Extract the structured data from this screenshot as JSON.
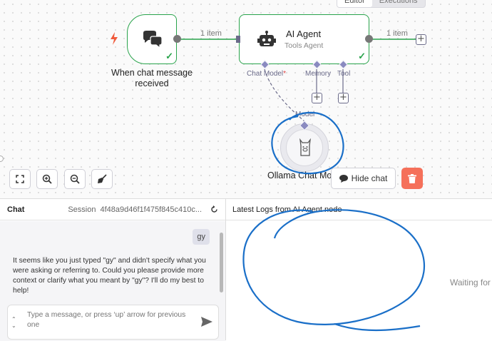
{
  "tabs": {
    "editor": "Editor",
    "executions": "Executions"
  },
  "trigger_node": {
    "title_line1": "When chat message",
    "title_line2": "received",
    "icon": "chat-bubbles-icon"
  },
  "agent_node": {
    "title": "AI Agent",
    "subtitle": "Tools Agent",
    "icon": "robot-icon"
  },
  "connections": {
    "trigger_to_agent": "1 item",
    "agent_output": "1 item"
  },
  "ports": {
    "chat_model": "Chat Model",
    "required_mark": "*",
    "memory": "Memory",
    "tool": "Tool",
    "model": "Model"
  },
  "ollama_node": {
    "title": "Ollama Chat Mod",
    "icon": "llama-icon"
  },
  "canvas_controls": {
    "fit": "fit-view-icon",
    "zoom_in": "zoom-in-icon",
    "zoom_out": "zoom-out-icon",
    "reset": "broom-icon"
  },
  "hide_chat_button": "Hide chat",
  "chat": {
    "title": "Chat",
    "session_label": "Session",
    "session_id": "4f48a9d46f1f475f845c410c...",
    "user_message": "gy",
    "bot_message": "It seems like you just typed \"gy\" and didn't specify what you were asking or referring to. Could you please provide more context or clarify what you meant by \"gy\"? I'll do my best to help!",
    "input_placeholder": "Type a message, or press ‘up’ arrow for previous one"
  },
  "logs": {
    "title": "Latest Logs from AI Agent node",
    "waiting": "Waiting for"
  },
  "colors": {
    "success": "#29a34b",
    "connector": "#6b6b8a",
    "danger": "#f5705a",
    "annotation": "#1a6fc8"
  }
}
